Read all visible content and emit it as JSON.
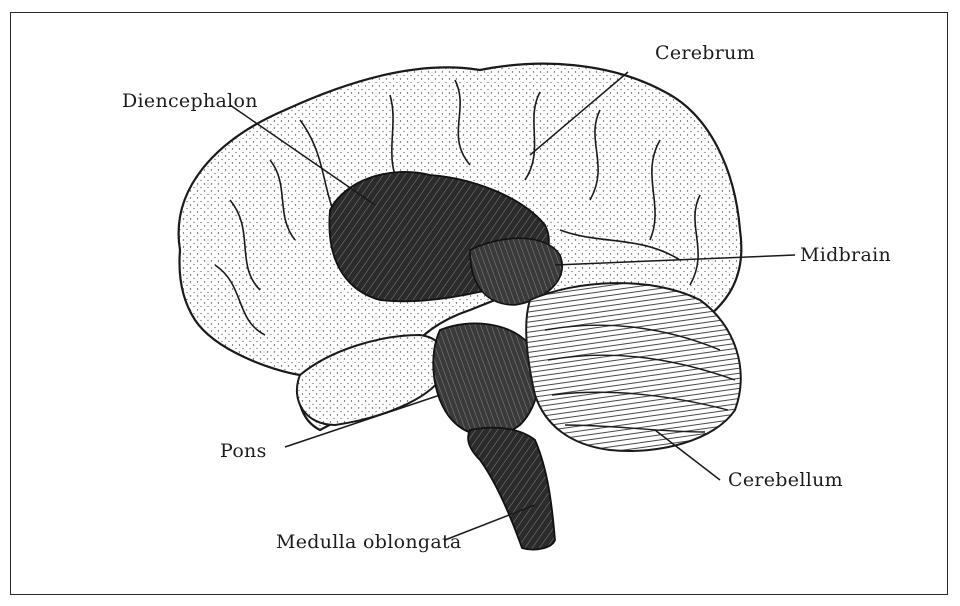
{
  "figure": {
    "labels": {
      "cerebrum": "Cerebrum",
      "diencephalon": "Diencephalon",
      "midbrain": "Midbrain",
      "pons": "Pons",
      "cerebellum": "Cerebellum",
      "medulla": "Medulla oblongata"
    }
  }
}
